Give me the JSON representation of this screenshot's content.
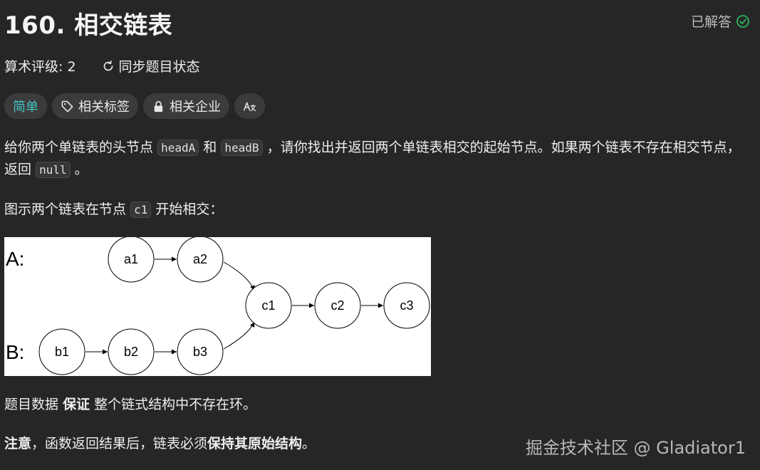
{
  "header": {
    "title": "160. 相交链表",
    "solved_label": "已解答"
  },
  "meta": {
    "rating_label": "算术评级: 2",
    "sync_label": "同步题目状态"
  },
  "tags": {
    "difficulty": "简单",
    "topics": "相关标签",
    "companies": "相关企业",
    "translate": "A文"
  },
  "description": {
    "p1_a": "给你两个单链表的头节点",
    "p1_code1": "headA",
    "p1_b": "和",
    "p1_code2": "headB",
    "p1_c": "，请你找出并返回两个单链表相交的起始节点。如果两个链表不存在相交节点，返回",
    "p1_code3": "null",
    "p1_d": "。",
    "p2_a": "图示两个链表在节点",
    "p2_code": "c1",
    "p2_b": "开始相交："
  },
  "diagram": {
    "label_a": "A:",
    "label_b": "B:",
    "nodes_a": [
      "a1",
      "a2"
    ],
    "nodes_b": [
      "b1",
      "b2",
      "b3"
    ],
    "nodes_c": [
      "c1",
      "c2",
      "c3"
    ]
  },
  "notes": {
    "p3_a": "题目数据",
    "p3_bold": "保证",
    "p3_b": "整个链式结构中不存在环。",
    "p4_bold1": "注意",
    "p4_a": "，函数返回结果后，链表必须",
    "p4_bold2": "保持其原始结构",
    "p4_b": "。"
  },
  "watermark": "掘金技术社区 @ Gladiator1",
  "colors": {
    "background": "#262626",
    "easy": "#46c6c2",
    "solved_check": "#2db55d"
  }
}
